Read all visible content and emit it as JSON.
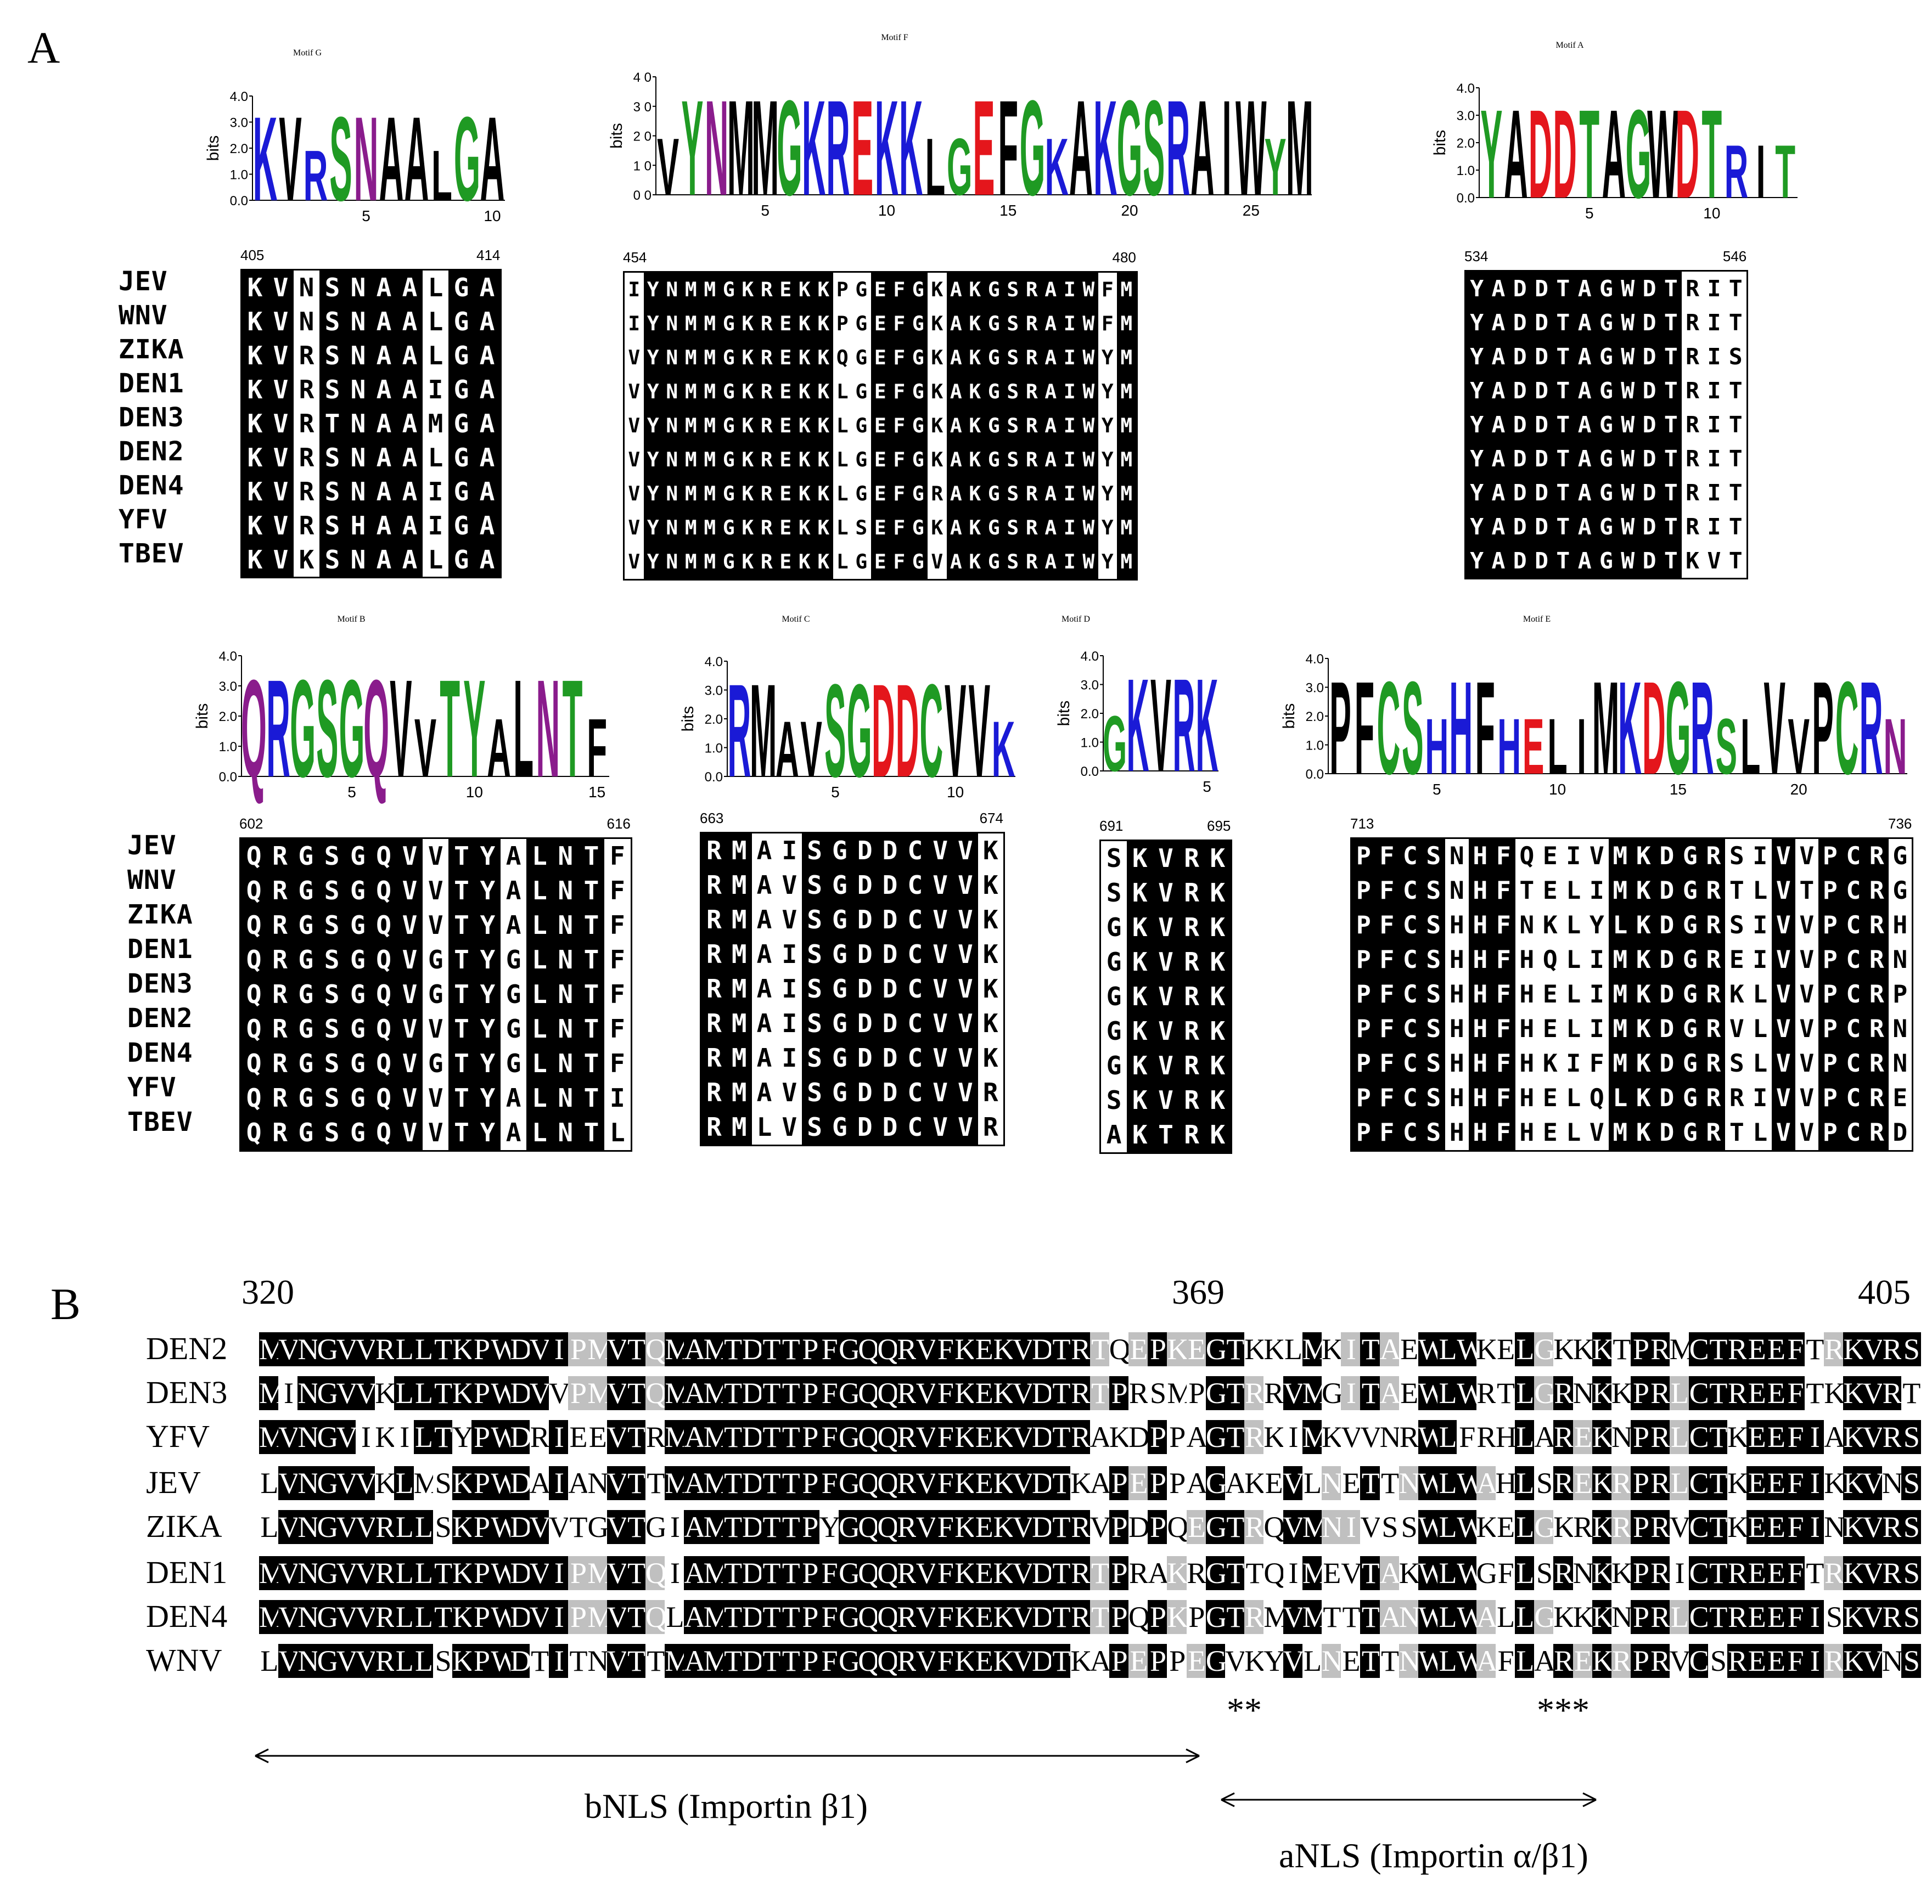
{
  "panel_a_label": "A",
  "panel_b_label": "B",
  "species_a": [
    "JEV",
    "WNV",
    "ZIKA",
    "DEN1",
    "DEN3",
    "DEN2",
    "DEN4",
    "YFV",
    "TBEV"
  ],
  "motifs": [
    {
      "name": "Motif G",
      "start": "405",
      "end": "414",
      "logo": "KVRSNAALGA",
      "ticks": [
        "5",
        "10"
      ],
      "yticks": [
        "4.0",
        "3.0",
        "2.0",
        "1.0",
        "0.0"
      ],
      "ylabel": "bits",
      "rows": [
        "KVNSNAALGA",
        "KVNSNAALGA",
        "KVRSNAALGA",
        "KVRSNAAIGA",
        "KVRTNAAMGA",
        "KVRSNAALGA",
        "KVRSNAAIGA",
        "KVRSHAAIGA",
        "KVKSNAALGA"
      ],
      "conserved": [
        1,
        1,
        0,
        1,
        1,
        1,
        1,
        0,
        1,
        1
      ]
    },
    {
      "name": "Motif F",
      "start": "454",
      "end": "480",
      "logo": "VYNMMGKREKKLGEFGKAKGSRAIWYM",
      "ticks": [
        "5",
        "10",
        "15",
        "20",
        "25"
      ],
      "yticks": [
        "4 0",
        "3 0",
        "2 0",
        "1 0",
        "0 0"
      ],
      "ylabel": "bits",
      "rows": [
        "IYNMMGKREKKPGEFGKAKGSRAIWFM",
        "IYNMMGKREKKPGEFGKAKGSRAIWFM",
        "VYNMMGKREKKQGEFGKAKGSRAIWYM",
        "VYNMMGKREKKLGEFGKAKGSRAIWYM",
        "VYNMMGKREKKLGEFGKAKGSRAIWYM",
        "VYNMMGKREKKLGEFGKAKGSRAIWYM",
        "VYNMMGKREKKLGEFGRAKGSRAIWYM",
        "VYNMMGKREKKLSEFGKAKGSRAIWYM",
        "VYNMMGKREKKLGEFGVAKGSRAIWYM"
      ],
      "conserved": [
        0,
        1,
        1,
        1,
        1,
        1,
        1,
        1,
        1,
        1,
        1,
        0,
        0,
        1,
        1,
        1,
        0,
        1,
        1,
        1,
        1,
        1,
        1,
        1,
        1,
        0,
        1
      ]
    },
    {
      "name": "Motif A",
      "start": "534",
      "end": "546",
      "logo": "YADDTAGWDTRIT",
      "ticks": [
        "5",
        "10"
      ],
      "yticks": [
        "4.0",
        "3.0",
        "2.0",
        "1.0",
        "0.0"
      ],
      "ylabel": "bits",
      "rows": [
        "YADDTAGWDTRIT",
        "YADDTAGWDTRIT",
        "YADDTAGWDTRIS",
        "YADDTAGWDTRIT",
        "YADDTAGWDTRIT",
        "YADDTAGWDTRIT",
        "YADDTAGWDTRIT",
        "YADDTAGWDTRIT",
        "YADDTAGWDTKVT"
      ],
      "conserved": [
        1,
        1,
        1,
        1,
        1,
        1,
        1,
        1,
        1,
        1,
        0,
        0,
        0
      ]
    },
    {
      "name": "Motif B",
      "start": "602",
      "end": "616",
      "logo": "QRGSGQVVTYALNTF",
      "ticks": [
        "5",
        "10",
        "15"
      ],
      "yticks": [
        "4.0",
        "3.0",
        "2.0",
        "1.0",
        "0.0"
      ],
      "ylabel": "bits",
      "rows": [
        "QRGSGQVVTYALNTF",
        "QRGSGQVVTYALNTF",
        "QRGSGQVVTYALNTF",
        "QRGSGQVGTYGLNTF",
        "QRGSGQVGTYGLNTF",
        "QRGSGQVVTYGLNTF",
        "QRGSGQVGTYGLNTF",
        "QRGSGQVVTYALNTI",
        "QRGSGQVVTYALNTL"
      ],
      "conserved": [
        1,
        1,
        1,
        1,
        1,
        1,
        1,
        0,
        1,
        1,
        0,
        1,
        1,
        1,
        0
      ]
    },
    {
      "name": "Motif C",
      "start": "663",
      "end": "674",
      "logo": "RMAVSGDDCVVK",
      "ticks": [
        "5",
        "10"
      ],
      "yticks": [
        "4.0",
        "3.0",
        "2.0",
        "1.0",
        "0.0"
      ],
      "ylabel": "bits",
      "rows": [
        "RMAISGDDCVVK",
        "RMAVSGDDCVVK",
        "RMAVSGDDCVVK",
        "RMAISGDDCVVK",
        "RMAISGDDCVVK",
        "RMAISGDDCVVK",
        "RMAISGDDCVVK",
        "RMAVSGDDCVVR",
        "RMLVSGDDCVVR"
      ],
      "conserved": [
        1,
        1,
        0,
        0,
        1,
        1,
        1,
        1,
        1,
        1,
        1,
        0
      ]
    },
    {
      "name": "Motif D",
      "start": "691",
      "end": "695",
      "logo": "GKVRK",
      "ticks": [
        "5"
      ],
      "yticks": [
        "4.0",
        "3.0",
        "2.0",
        "1.0",
        "0.0"
      ],
      "ylabel": "bits",
      "rows": [
        "SKVRK",
        "SKVRK",
        "GKVRK",
        "GKVRK",
        "GKVRK",
        "GKVRK",
        "GKVRK",
        "SKVRK",
        "AKTRK"
      ],
      "conserved": [
        0,
        1,
        1,
        1,
        1
      ]
    },
    {
      "name": "Motif E",
      "start": "713",
      "end": "736",
      "logo": "PFCSHHFHELIMKDGRSLVVPCRN",
      "ticks": [
        "5",
        "10",
        "15",
        "20"
      ],
      "yticks": [
        "4.0",
        "3.0",
        "2.0",
        "1.0",
        "0.0"
      ],
      "ylabel": "bits",
      "rows": [
        "PFCSNHFQEIVMKDGRSIVVPCRG",
        "PFCSNHFTELIMKDGRTLVTPCRG",
        "PFCSHHFNKLYLKDGRSIVVPCRH",
        "PFCSHHFHQLIMKDGREIVVPCRN",
        "PFCSHHFHELIMKDGRKLVVPCRP",
        "PFCSHHFHELIMKDGRVLVVPCRN",
        "PFCSHHFHKIFMKDGRSLVVPCRN",
        "PFCSHHFHELQLKDGRRIVVPCRE",
        "PFCSHHFHELVMKDGRTLVVPCRD"
      ],
      "conserved": [
        1,
        1,
        1,
        1,
        0,
        1,
        1,
        0,
        0,
        0,
        0,
        1,
        1,
        1,
        1,
        1,
        0,
        0,
        1,
        0,
        1,
        1,
        1,
        0
      ]
    }
  ],
  "panel_b": {
    "start": "320",
    "mid": "369",
    "end": "405",
    "species": [
      "DEN2",
      "DEN3",
      "YFV",
      "JEV",
      "ZIKA",
      "DEN1",
      "DEN4",
      "WNV"
    ],
    "rows": [
      "MVNGVVRLLTKPWDVIPMVTQMAMTDTTPFGQQRVFKEKVDTRTQEPKEGTKKLMKITAEWLWKELGKKKTPRMCTREEFTRKVRS",
      "MINGVVKLLTKPWDVVPMVTQMAMTDTTPFGQQRVFKEKVDTRTPRSMPGTRRVMGITAEWLWRTLGRNKKPRLCTREEFTKKVRT",
      "MVNGVIKILTYPWDRIEEVTRMAMTDTTPFGQQRVFKEKVDTRAKDPPAGTRKIMKVVNRWLFRHLAREKNPRLCTKEEFIAKVRS",
      "LVNGVVKLMSKPWDAIANVTTMAMTDTTPFGQQRVFKEKVDTKAPEPPAGAKEVLNETTNWLWAHLSREKRPRLCTKEEFIKKVNS",
      "LVNGVVRLLSKPWDVVTGVTGIAMTDTTPYGQQRVFKEKVDTRVPDPQEGTRQVMNIVSSWLWKELGKRKRPRVCTKEEFINKVRS",
      "MVNGVVRLLTKPWDVIPMVTQIAMTDTTPFGQQRVFKEKVDTRTPRAKRGTTQIMEVTAKWLWGFLSRNKKPRICTREEFTRKVRS",
      "MVNGVVRLLTKPWDVIPMVTQLAMTDTTPFGQQRVFKEKVDTRTPQPKPGTRMVMTTTANWLWALLGKKKNPRLCTREEFISKVRS",
      "LVNGVVRLLSKPWDTITNVTTMAMTDTTPFGQQRVFKEKVDTKAPEPPEGVKYVLNETTNWLWAFLAREKRPRVCSREEFIRKVNS"
    ],
    "stars_1": "**",
    "stars_2": "***",
    "bnls_label": "bNLS (Importin β1)",
    "anls_label": "aNLS (Importin α/β1)"
  }
}
